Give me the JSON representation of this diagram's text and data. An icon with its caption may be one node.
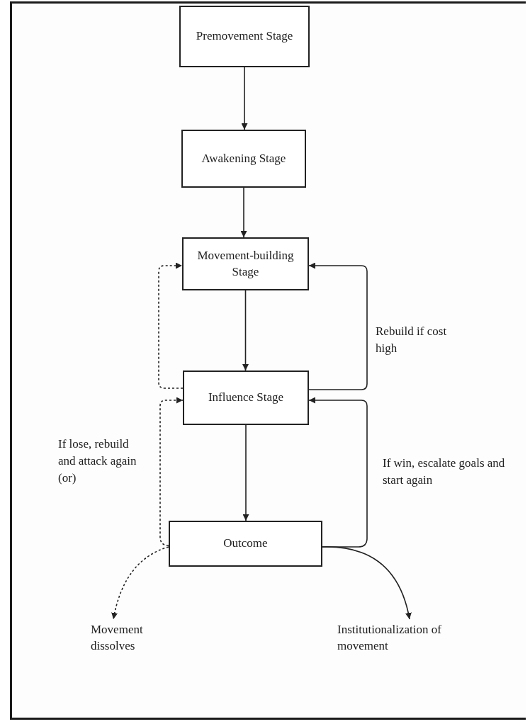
{
  "diagram": {
    "nodes": [
      {
        "text": [
          "Premovement Stage"
        ]
      },
      {
        "text": [
          "Awakening Stage"
        ]
      },
      {
        "text": [
          "Movement-building Stage"
        ]
      },
      {
        "text": [
          "Influence Stage"
        ]
      },
      {
        "text": [
          "Outcome"
        ]
      },
      {
        "text": [
          "Movement dissolves"
        ]
      },
      {
        "text": [
          "Institutionalization of movement"
        ]
      }
    ],
    "edges": [
      {
        "from": 0,
        "to": 1,
        "arrow": "to"
      },
      {
        "from": 1,
        "to": 2,
        "arrow": "to"
      },
      {
        "from": 2,
        "to": 3,
        "arrow": "to"
      },
      {
        "from": 3,
        "to": 4,
        "arrow": "to"
      },
      {
        "from": 3,
        "to": 2,
        "arrow": "to",
        "style": "dashed"
      },
      {
        "from": 4,
        "to": 3,
        "arrow": "to",
        "style": "dashed",
        "label": "If lose, rebuild and attack again (or)"
      },
      {
        "from": 4,
        "to": 5,
        "arrow": "to",
        "style": "dashed"
      },
      {
        "from": 3,
        "to": 2,
        "arrow": "to",
        "label": "Rebuild if cost high"
      },
      {
        "from": 4,
        "to": 3,
        "arrow": "to",
        "label": "If win, escalate goals and start again"
      },
      {
        "from": 4,
        "to": 6,
        "arrow": "to"
      }
    ]
  }
}
